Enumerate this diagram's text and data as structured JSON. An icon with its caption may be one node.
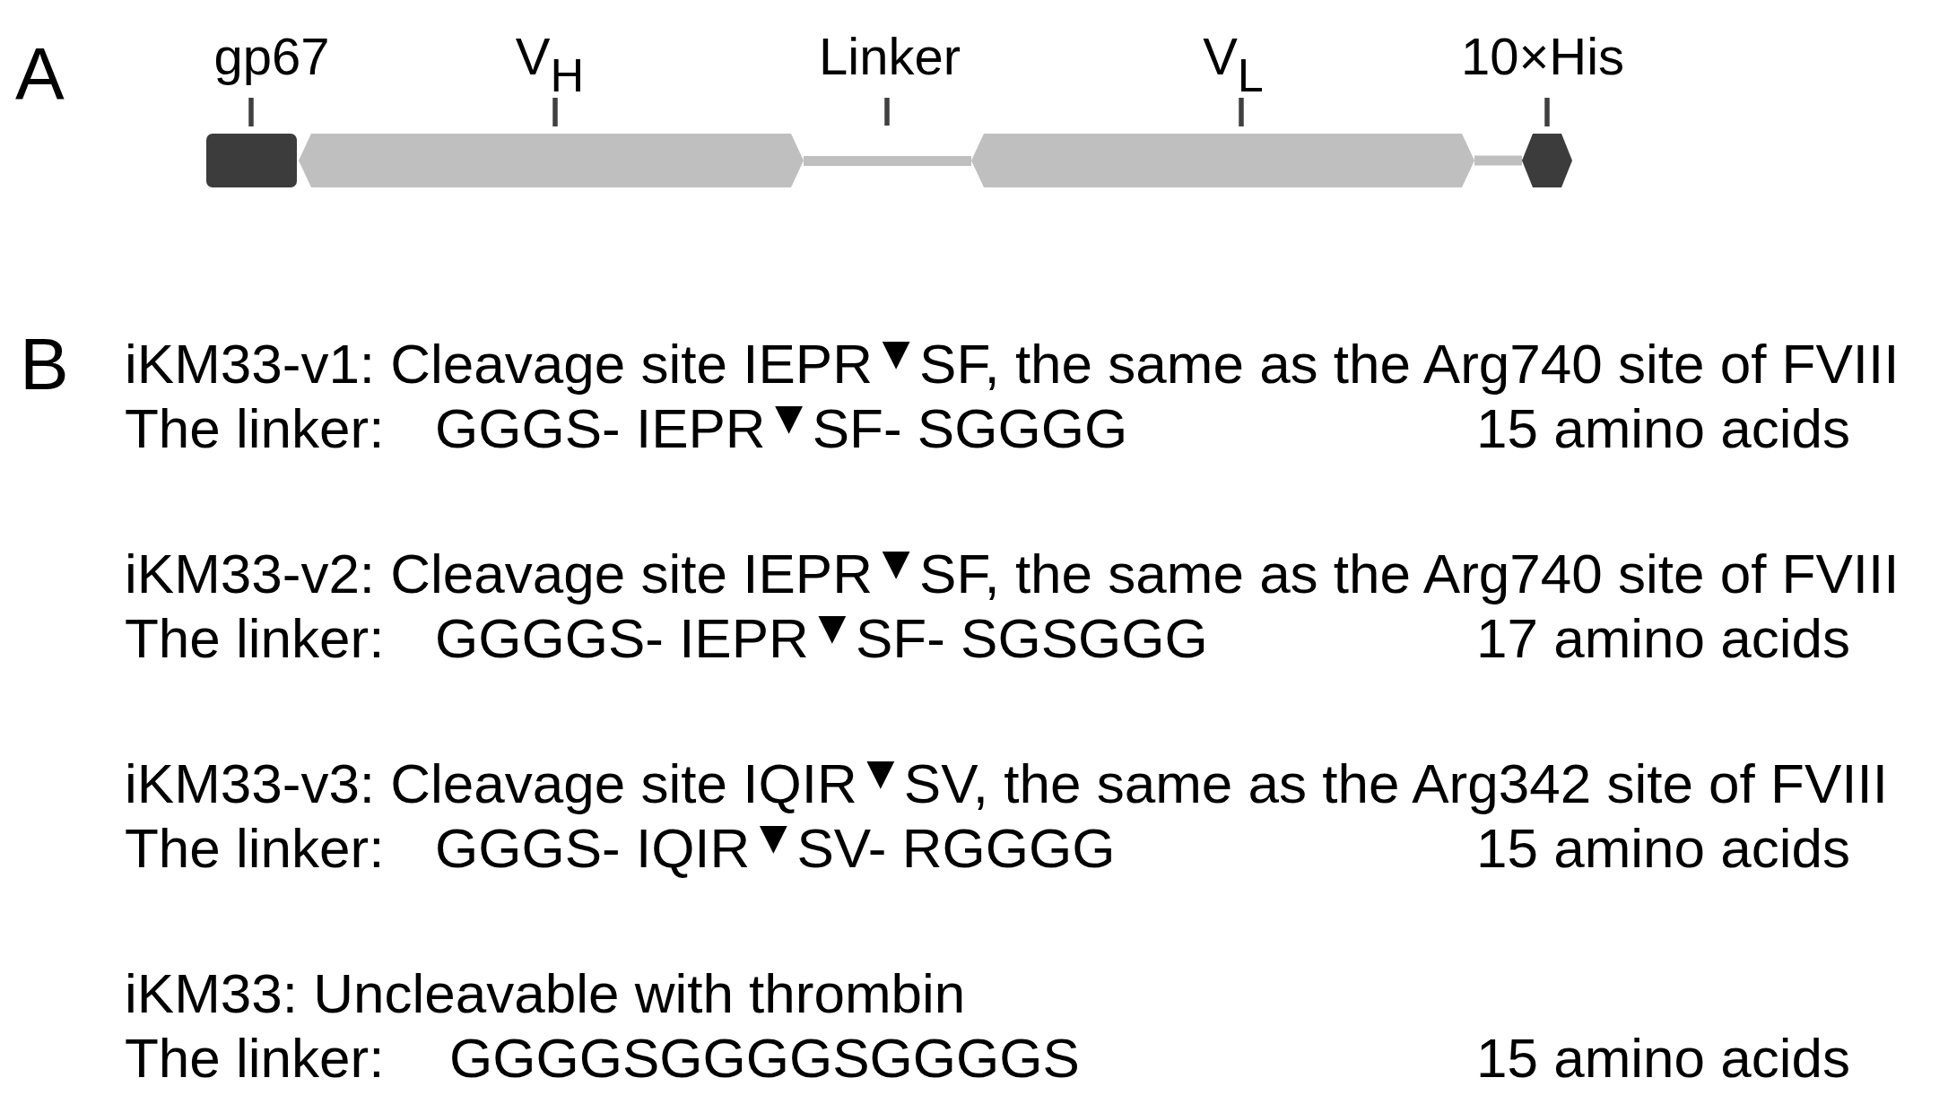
{
  "diagram": {
    "nodes": [
      {
        "text": [
          "gp67"
        ]
      },
      {
        "text": [
          "V$_{H}$"
        ]
      },
      {
        "text": [
          "Linker"
        ]
      },
      {
        "text": [
          "V$_{L}$"
        ]
      },
      {
        "text": [
          "10×His"
        ]
      },
      {
        "text": [],
        "shape": "box"
      },
      {
        "text": [],
        "shape": "bar"
      },
      {
        "text": [],
        "shape": "line"
      },
      {
        "text": [],
        "shape": "bar"
      },
      {
        "text": [],
        "shape": "hexagon"
      }
    ],
    "edges": [
      {
        "from": 0,
        "to": 5,
        "arrow": "none"
      },
      {
        "from": 1,
        "to": 6,
        "arrow": "none"
      },
      {
        "from": 2,
        "to": 7,
        "arrow": "none"
      },
      {
        "from": 3,
        "to": 8,
        "arrow": "none"
      },
      {
        "from": 4,
        "to": 9,
        "arrow": "none"
      },
      {
        "from": 8,
        "to": 9,
        "arrow": "none",
        "style": "thick",
        "color": "#bfbfbf"
      }
    ],
    "labels": [
      "A",
      "B",
      "iKM33-v1: Cleavage site IEPR$^{▼}$SF, the same as the Arg740 site of FVIII",
      "The linker:",
      "GGGS- IEPR$^{▼}$SF- SGGGG",
      "15 amino acids",
      "iKM33-v2: Cleavage site IEPR$^{▼}$SF, the same as the Arg740 site of FVIII",
      "The linker:",
      "GGGGS- IEPR$^{▼}$SF- SGSGGG",
      "17 amino acids",
      "iKM33-v3: Cleavage site IQIR$^{▼}$SV, the same as the Arg342 site of FVIII",
      "The linker:",
      "GGGS- IQIR$^{▼}$SV- RGGGG",
      "15 amino acids",
      "iKM33: Uncleavable with thrombin",
      "The linker:",
      "GGGGSGGGGSGGGGS",
      "15 amino acids"
    ]
  }
}
